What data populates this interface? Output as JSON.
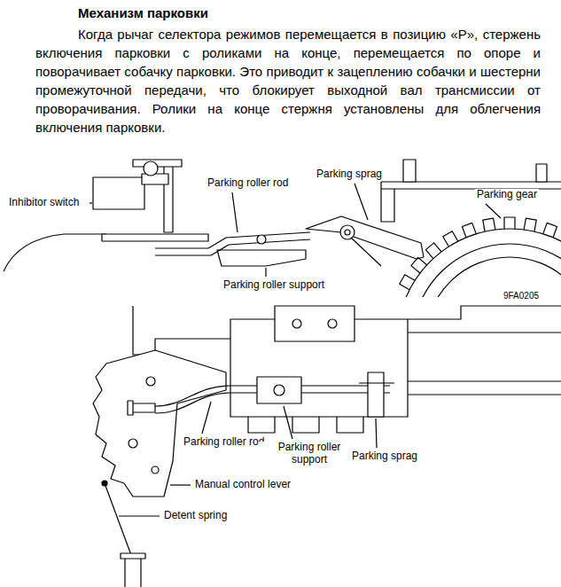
{
  "diagram": {
    "title": "Механизм парковки",
    "labels": [
      "Когда рычаг селектора режимов перемещается в позицию «P», стержень включения парковки с роликами на конце, перемещается по опоре и поворачивает собачку парковки. Это приводит к зацеплению собачки и шестерни промежуточной передачи, что блокирует выходной вал трансмиссии от проворачивания. Ролики на конце стержня установлены для облегчения включения парковки.",
      "Inhibitor switch",
      "Parking roller rod",
      "Parking sprag",
      "Parking gear",
      "Parking roller support",
      "9FA0205",
      "Parking roller rod",
      "Parking roller support",
      "Parking sprag",
      "Manual control lever",
      "Detent spring"
    ]
  }
}
